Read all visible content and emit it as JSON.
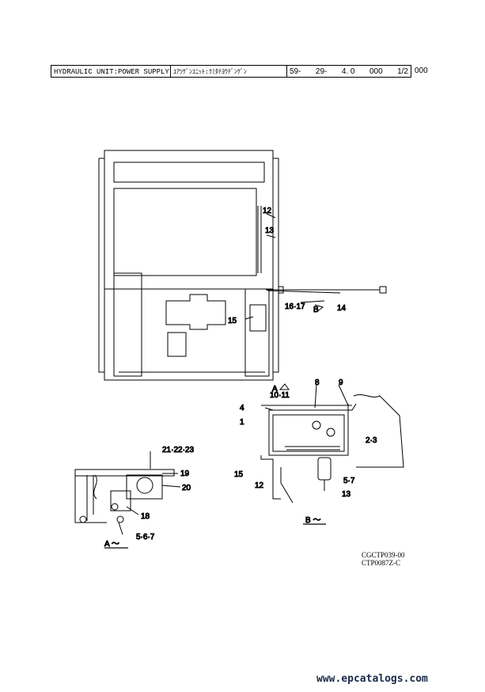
{
  "header": {
    "title_en": "HYDRAULIC UNIT:POWER SUPPLY FO",
    "title_jp": "ﾕｱﾂｹﾞﾝﾕﾆｯﾄ:ｸﾐﾀﾃﾖｳﾃﾞﾝｹﾞﾝ",
    "code_parts": [
      "59-",
      "29-",
      "4. 0",
      "000",
      "1/2"
    ],
    "suffix": "000"
  },
  "callouts": {
    "c12a": "12",
    "c13a": "13",
    "c14": "14",
    "c15a": "15",
    "c1617": "16·17",
    "viewB": "B",
    "viewA": "A",
    "c1011": "10·11",
    "c8": "8",
    "c9": "9",
    "c4": "4",
    "c1": "1",
    "c23": "2·3",
    "c15b": "15",
    "c12b": "12",
    "c57a": "5·7",
    "c13b": "13",
    "c212223": "21·22·23",
    "c19": "19",
    "c20": "20",
    "c18": "18",
    "c567": "5·6·7"
  },
  "view_labels": {
    "a": "A ～",
    "b": "B ～"
  },
  "refs": [
    "CGCTP039-00",
    "CTP0087Z-C"
  ],
  "watermark": "www.epcatalogs.com"
}
